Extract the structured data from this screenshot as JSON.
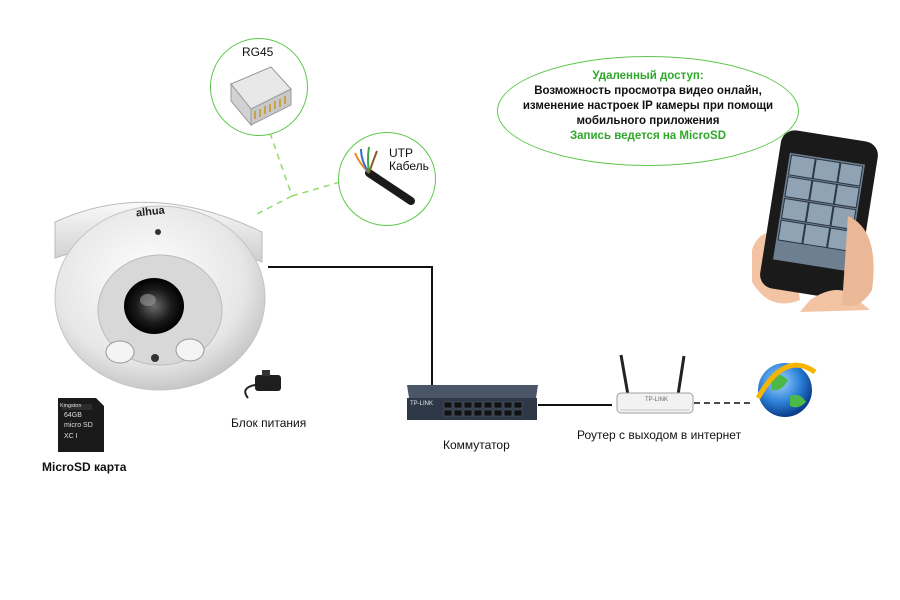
{
  "labels": {
    "rg45": "RG45",
    "utp_line1": "UTP",
    "utp_line2": "Кабель",
    "power": "Блок питания",
    "switch": "Коммутатор",
    "router": "Роутер с выходом в интернет",
    "microsd": "MicroSD карта",
    "camera_brand": "alhua",
    "sd_brand": "Kingston",
    "sd_capacity": "64GB",
    "sd_type": "micro SD",
    "sd_class": "XC I",
    "switch_brand": "TP-LINK",
    "router_brand": "TP-LINK"
  },
  "remote_access": {
    "title": "Удаленный доступ:",
    "line1": "Возможность просмотра видео онлайн,",
    "line2": "изменение настроек IP камеры при помощи",
    "line3": "мобильного приложения",
    "line4": "Запись ведется на MicroSD"
  },
  "colors": {
    "accent_green": "#2fa82a",
    "circle_border": "#5cc84a",
    "dashed_line": "#8fdc6a"
  }
}
